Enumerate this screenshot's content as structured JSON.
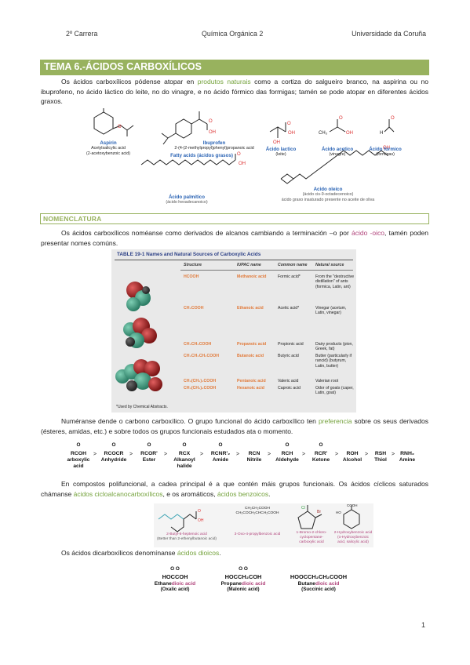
{
  "header": {
    "left": "2º Carrera",
    "center": "Química Orgánica 2",
    "right": "Universidade da Coruña"
  },
  "title": "TEMA 6.-ÁCIDOS CARBOXÍLICOS",
  "intro": {
    "part1": "Os ácidos carboxílicos pódense atopar en ",
    "hl1": "produtos naturais",
    "part2": " como a cortiza do salgueiro branco, na aspirina ou no ibuprofeno, no ácido láctico do leite, no do vinagre, e no ácido fórmico das formigas; tamén se pode atopar en diferentes ácidos graxos."
  },
  "natural_figure": {
    "aspirin_name": "Aspirin",
    "aspirin_sub1": "Acetylsalicylic acid",
    "aspirin_sub2": "(2-acetoxybenzoic acid)",
    "ibuprofen_name": "Ibuprofen",
    "ibuprofen_sub": "2-(4-(2-methylpropyl)phenyl)propanoic acid",
    "fatty_title": "Fatty acids (ácidos grasos)",
    "palmitic_name": "Ácido palmítico",
    "palmitic_sub": "(ácido hexadecanoico)",
    "lactic_name": "Ácido lactico",
    "lactic_sub": "(leite)",
    "acetic_name": "Ácido acetico",
    "acetic_sub": "(vinagre)",
    "acetic_formula": "CH₃",
    "formic_name": "Ácido formico",
    "formic_sub": "(formigas)",
    "oleic_name": "Acido oleico",
    "oleic_sub": "(ácido cis-9-octadecenoico)",
    "oleic_note": "ácido graxo insaturado presente no aceite de oliva",
    "atom_o": "O",
    "atom_oh": "OH",
    "atom_h": "H"
  },
  "nomenclature": {
    "heading": "NOMENCLATURA",
    "p1_part1": "Os ácidos carboxílicos noméanse como derivados de alcanos cambiando a terminación –o por ",
    "p1_hl": "ácido -oico",
    "p1_part2": ", tamén poden presentar nomes comúns."
  },
  "table": {
    "title": "TABLE 19-1  Names and Natural Sources of Carboxylic Acids",
    "headers": [
      "Structure",
      "IUPAC name",
      "Common name",
      "Natural source"
    ],
    "rows": [
      {
        "structure": "HCOOH",
        "iupac": "Methanoic acid",
        "common": "Formic acid*",
        "source": "From the \"destructive distillation\" of ants (formica, Latin, ant)"
      },
      {
        "structure": "CH₃COOH",
        "iupac": "Ethanoic acid",
        "common": "Acetic acid*",
        "source": "Vinegar (acetum, Latin, vinegar)"
      },
      {
        "structure": "CH₃CH₂COOH",
        "iupac": "Propanoic acid",
        "common": "Propionic acid",
        "source": "Dairy products (pion, Greek, fat)"
      },
      {
        "structure": "CH₃CH₂CH₂COOH",
        "iupac": "Butanoic acid",
        "common": "Butyric acid",
        "source": "Butter (particularly if rancid) (butyrum, Latin, butter)"
      },
      {
        "structure": "CH₃(CH₂)₃COOH",
        "iupac": "Pentanoic acid",
        "common": "Valeric acid",
        "source": "Valerian root"
      },
      {
        "structure": "CH₃(CH₂)₄COOH",
        "iupac": "Hexanoic acid",
        "common": "Caproic acid",
        "source": "Odor of goats (caper, Latin, goat)"
      }
    ],
    "footnote": "*Used by Chemical Abstracts."
  },
  "priority": {
    "p_part1": "Numéranse dende o carbono carboxílico. O grupo funcional do ácido carboxílico ten ",
    "p_hl": "preferencia",
    "p_part2": " sobre os seus derivados (ésteres, amidas, etc.) e sobre todos os grupos funcionais estudados ata o momento.",
    "gt": ">",
    "o_symbol": "O",
    "items": [
      {
        "formula": "RCOH",
        "name": "arboxylic acid",
        "carbonyl": true
      },
      {
        "formula": "RCOCR",
        "name": "Anhydride",
        "carbonyl": true
      },
      {
        "formula": "RCOR'",
        "name": "Ester",
        "carbonyl": true
      },
      {
        "formula": "RCX",
        "name": "Alkanoyl halide",
        "carbonyl": true
      },
      {
        "formula": "RCNR'₂",
        "name": "Amide",
        "carbonyl": true
      },
      {
        "formula": "RCN",
        "name": "Nitrile",
        "carbonyl": false
      },
      {
        "formula": "RCH",
        "name": "Aldehyde",
        "carbonyl": true
      },
      {
        "formula": "RCR'",
        "name": "Ketone",
        "carbonyl": true
      },
      {
        "formula": "ROH",
        "name": "Alcohol",
        "carbonyl": false
      },
      {
        "formula": "RSH",
        "name": "Thiol",
        "carbonyl": false
      },
      {
        "formula": "RNH₂",
        "name": "Amine",
        "carbonyl": false
      }
    ]
  },
  "polyfunctional": {
    "p_part1": "En compostos polifuncional, a cadea principal é a que contén máis grupos funcionais. Os ácidos cíclicos saturados chámanse ",
    "hl1": "ácidos cicloalcanocarboxílicos",
    "p_mid": ", e os aromáticos, ",
    "hl2": "ácidos benzoicos",
    "p_end": ".",
    "ex1_name": "2-Butyl-6-heptenoic acid",
    "ex1_note": "(Better than 2-ethenylbutanoic acid)",
    "ex2_formula_top": "CH₂CH₂COOH",
    "ex2_formula_bot": "CH₃COCH₂CHCH₂COOH",
    "ex2_name": "3-Oxo-4-propylbenzoic acid",
    "ex3_name": "1-Bromo-2-chlorocyclopentanecarboxylic acid",
    "ex3_name_l1": "1-Bromo-2-chloro-",
    "ex3_name_l2": "cyclopentane-",
    "ex3_name_l3": "carboxylic acid",
    "ex4_name_l1": "2-Hydroxybenzoic acid",
    "ex4_name_l2": "(o-Hydroxybenzoic",
    "ex4_name_l3": "acid, salicylic acid)",
    "atom_cl": "Cl",
    "atom_br": "Br",
    "atom_cooh": "COOH",
    "atom_ho": "HO",
    "atom_o": "O",
    "atom_oh": "OH"
  },
  "dioic": {
    "p_part1": "Os ácidos dicarboxílicos denomínanse ",
    "hl": "ácidos dioicos",
    "p_end": ".",
    "o_top": "O  O",
    "items": [
      {
        "formula": "HOCCOH",
        "name_pre": "Ethane",
        "name_hl": "dioic acid",
        "alt": "(Oxalic acid)"
      },
      {
        "formula": "HOCCH₂COH",
        "name_pre": "Propane",
        "name_hl": "dioic acid",
        "alt": "(Malonic acid)"
      },
      {
        "formula": "HOOCCH₂CH₂COOH",
        "name_pre": "Butane",
        "name_hl": "dioic acid",
        "alt": "(Succinic acid)"
      }
    ]
  },
  "page_number": "1",
  "colors": {
    "accent_green": "#98b25e",
    "highlight_green": "#74a23c",
    "highlight_pink": "#b1457c",
    "label_blue": "#2a63b4",
    "table_orange": "#e17a3a"
  }
}
